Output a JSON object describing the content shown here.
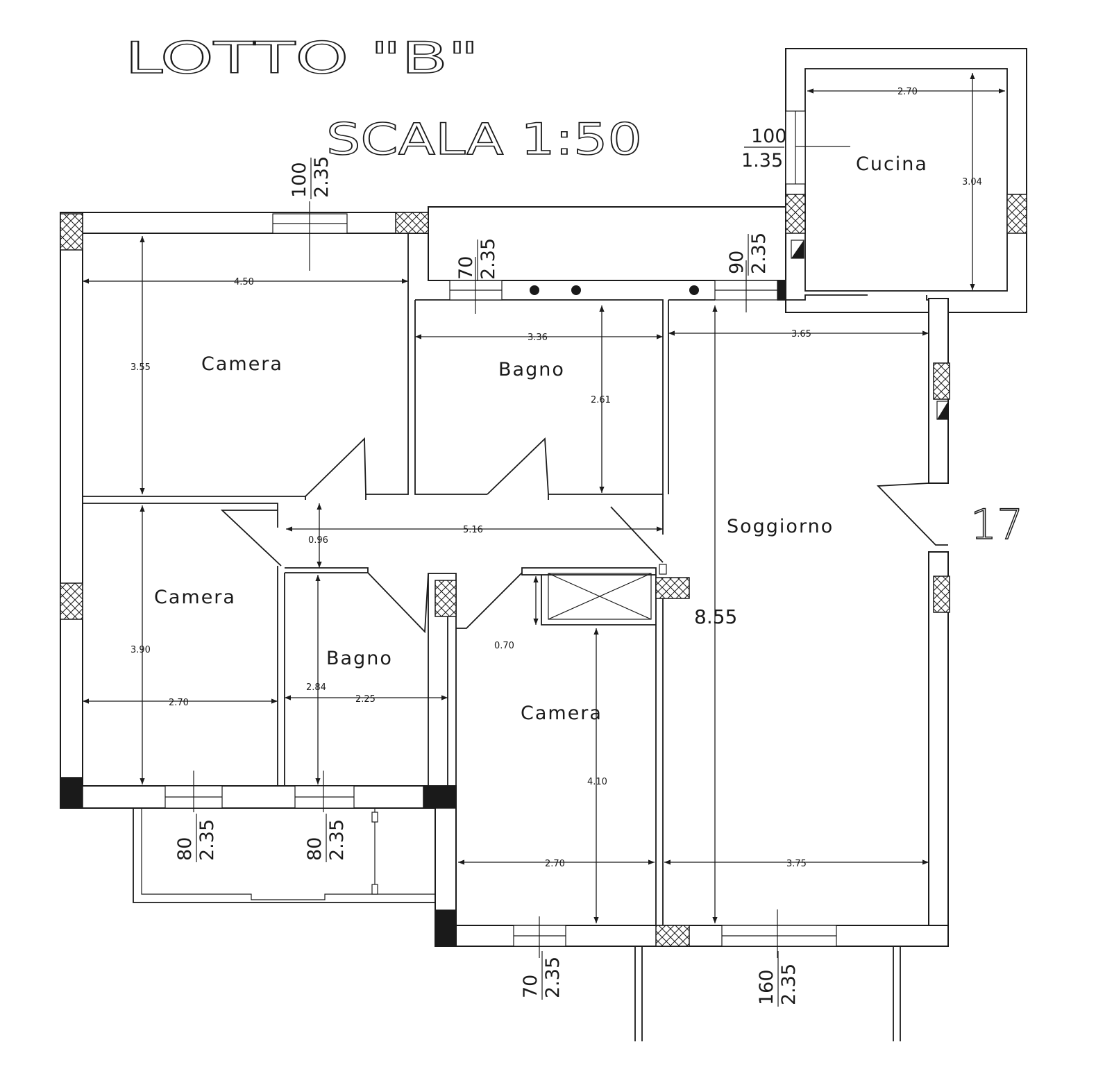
{
  "header": {
    "title": "LOTTO \"B\"",
    "scale": "SCALA 1:50"
  },
  "rooms": {
    "camera_top": "Camera",
    "camera_mid": "Camera",
    "camera_bottom": "Camera",
    "bagno_top": "Bagno",
    "bagno_bottom": "Bagno",
    "soggiorno": "Soggiorno",
    "cucina": "Cucina"
  },
  "dimensions": {
    "camera_top_width": "4.50",
    "camera_top_height": "3.55",
    "bagno_top_width": "3.36",
    "bagno_top_height": "2.61",
    "soggiorno_top_width": "3.65",
    "cucina_width": "2.70",
    "cucina_height": "3.04",
    "corridor_length": "5.16",
    "corridor_width": "0.96",
    "camera_mid_height": "3.90",
    "camera_mid_width": "2.70",
    "bagno_bottom_height": "2.84",
    "bagno_bottom_width": "2.25",
    "closet_depth": "0.70",
    "camera_bottom_height": "4.10",
    "camera_bottom_width": "2.70",
    "soggiorno_height": "8.55",
    "soggiorno_bottom_width": "3.75"
  },
  "windows": {
    "w1_width": "100",
    "w1_height": "2.35",
    "w2_width": "70",
    "w2_height": "2.35",
    "w3_width": "90",
    "w3_height": "2.35",
    "w4_width": "100",
    "w4_height": "1.35",
    "w5_width": "80",
    "w5_height": "2.35",
    "w6_width": "80",
    "w6_height": "2.35",
    "w7_width": "70",
    "w7_height": "2.35",
    "w8_width": "160",
    "w8_height": "2.35"
  },
  "unit_number": "17"
}
